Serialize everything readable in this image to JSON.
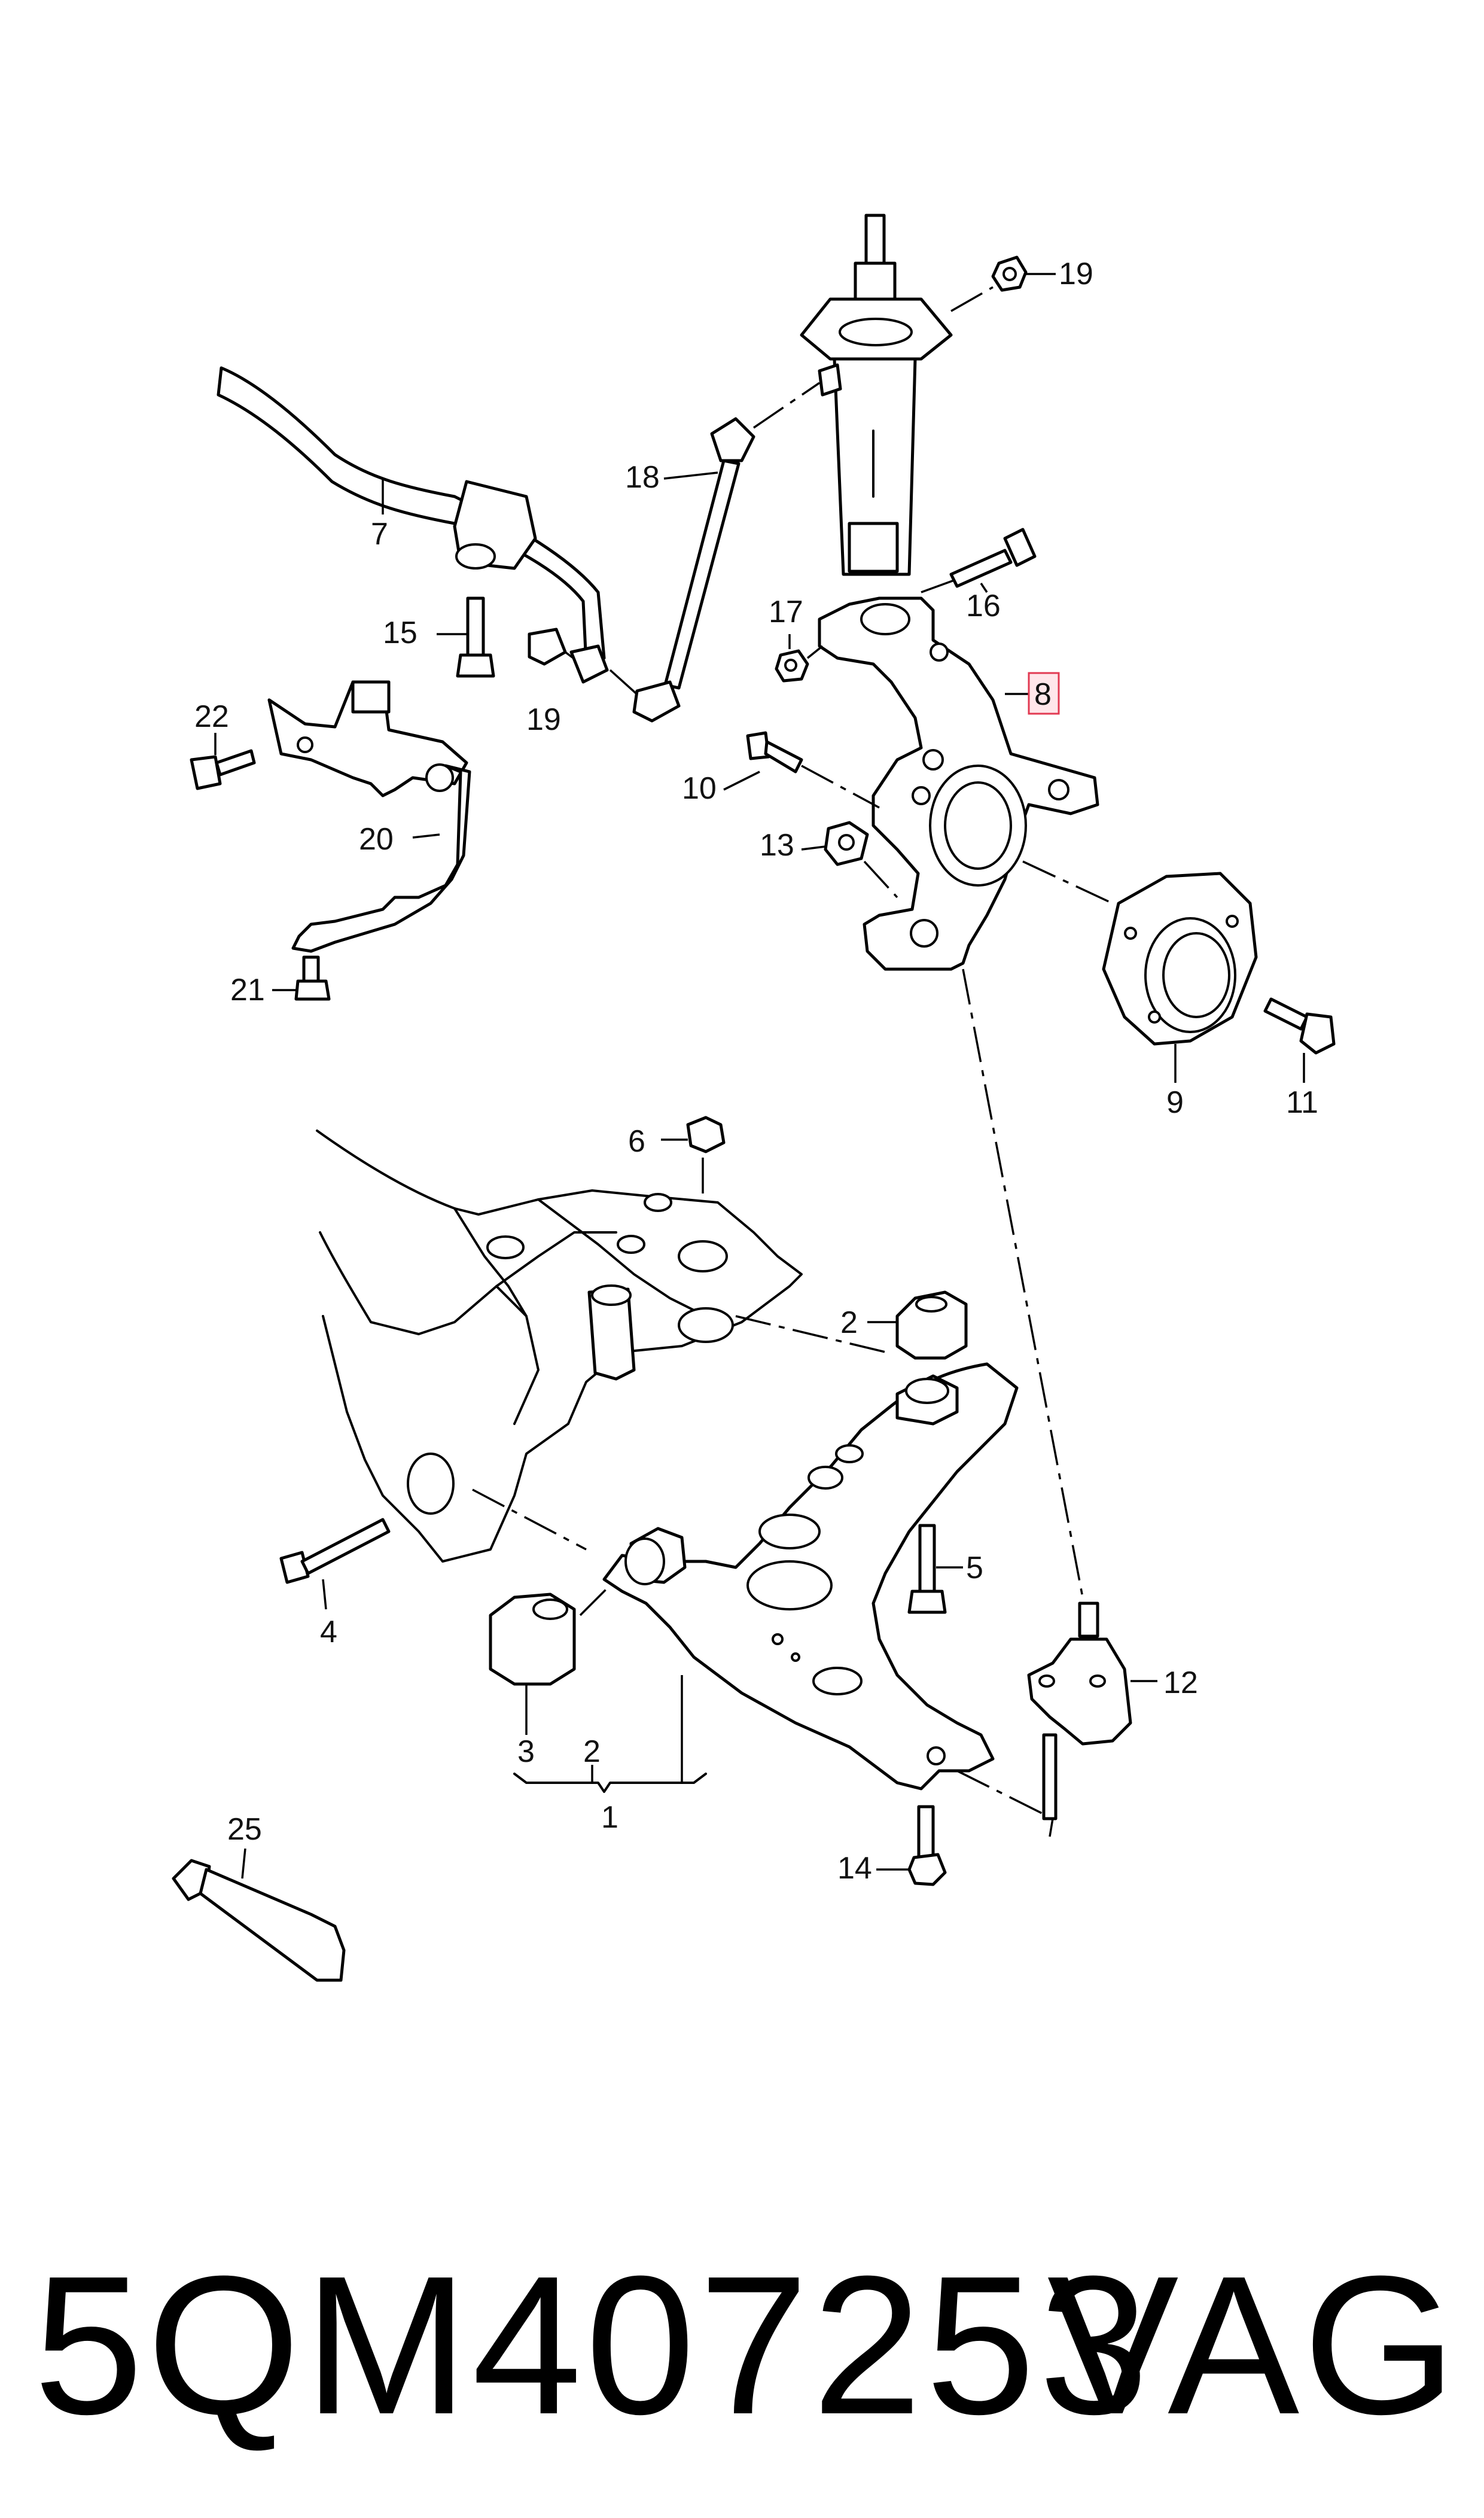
{
  "callouts": {
    "c1": "1",
    "c2a": "2",
    "c2b": "2",
    "c3": "3",
    "c4": "4",
    "c5": "5",
    "c6": "6",
    "c7": "7",
    "c8": "8",
    "c9": "9",
    "c10": "10",
    "c11": "11",
    "c12": "12",
    "c13": "13",
    "c14": "14",
    "c15": "15",
    "c16": "16",
    "c17": "17",
    "c18": "18",
    "c19a": "19",
    "c19b": "19",
    "c20": "20",
    "c21": "21",
    "c22": "22",
    "c25": "25"
  },
  "highlighted_callout": "8",
  "colors": {
    "line": "#000000",
    "highlight_fill": "#ffe6ea",
    "highlight_stroke": "#e23a52"
  },
  "footer": {
    "part_number": "5QM407253",
    "brand": "VAG"
  }
}
